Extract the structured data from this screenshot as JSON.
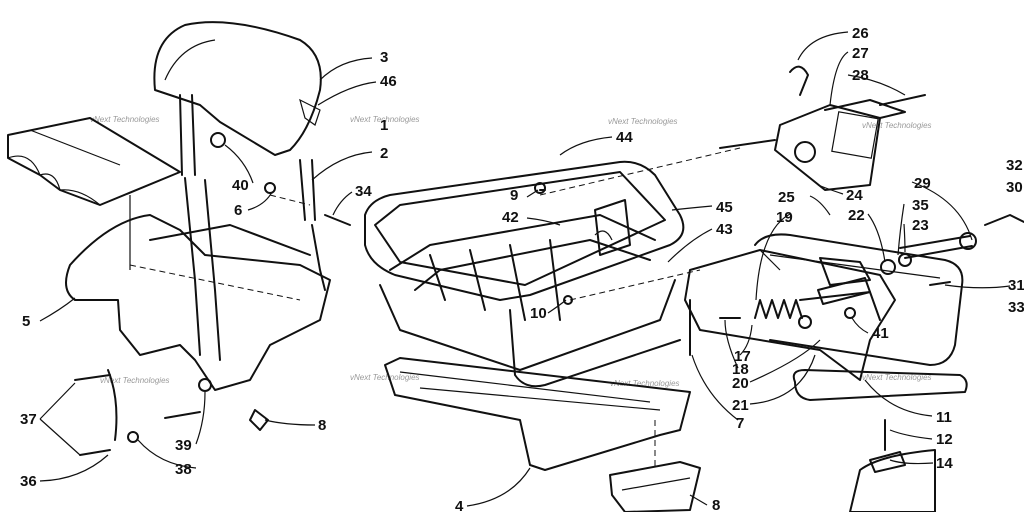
{
  "callouts": [
    {
      "id": "c3",
      "label": "3"
    },
    {
      "id": "c46",
      "label": "46"
    },
    {
      "id": "c1",
      "label": "1"
    },
    {
      "id": "c2",
      "label": "2"
    },
    {
      "id": "c40",
      "label": "40"
    },
    {
      "id": "c6",
      "label": "6"
    },
    {
      "id": "c34",
      "label": "34"
    },
    {
      "id": "c5",
      "label": "5"
    },
    {
      "id": "c37",
      "label": "37"
    },
    {
      "id": "c36",
      "label": "36"
    },
    {
      "id": "c39",
      "label": "39"
    },
    {
      "id": "c38",
      "label": "38"
    },
    {
      "id": "c8a",
      "label": "8"
    },
    {
      "id": "c44",
      "label": "44"
    },
    {
      "id": "c9",
      "label": "9"
    },
    {
      "id": "c42",
      "label": "42"
    },
    {
      "id": "c10",
      "label": "10"
    },
    {
      "id": "c45",
      "label": "45"
    },
    {
      "id": "c43",
      "label": "43"
    },
    {
      "id": "c4",
      "label": "4"
    },
    {
      "id": "c8b",
      "label": "8"
    },
    {
      "id": "c26",
      "label": "26"
    },
    {
      "id": "c27",
      "label": "27"
    },
    {
      "id": "c28",
      "label": "28"
    },
    {
      "id": "c24",
      "label": "24"
    },
    {
      "id": "c25",
      "label": "25"
    },
    {
      "id": "c19",
      "label": "19"
    },
    {
      "id": "c22",
      "label": "22"
    },
    {
      "id": "c29",
      "label": "29"
    },
    {
      "id": "c35",
      "label": "35"
    },
    {
      "id": "c23",
      "label": "23"
    },
    {
      "id": "c32",
      "label": "32"
    },
    {
      "id": "c30",
      "label": "30"
    },
    {
      "id": "c31",
      "label": "31"
    },
    {
      "id": "c33",
      "label": "33"
    },
    {
      "id": "c17",
      "label": "17"
    },
    {
      "id": "c18",
      "label": "18"
    },
    {
      "id": "c20",
      "label": "20"
    },
    {
      "id": "c21",
      "label": "21"
    },
    {
      "id": "c41",
      "label": "41"
    },
    {
      "id": "c7",
      "label": "7"
    },
    {
      "id": "c11",
      "label": "11"
    },
    {
      "id": "c12",
      "label": "12"
    },
    {
      "id": "c14",
      "label": "14"
    }
  ],
  "watermark": "vNext Technologies"
}
